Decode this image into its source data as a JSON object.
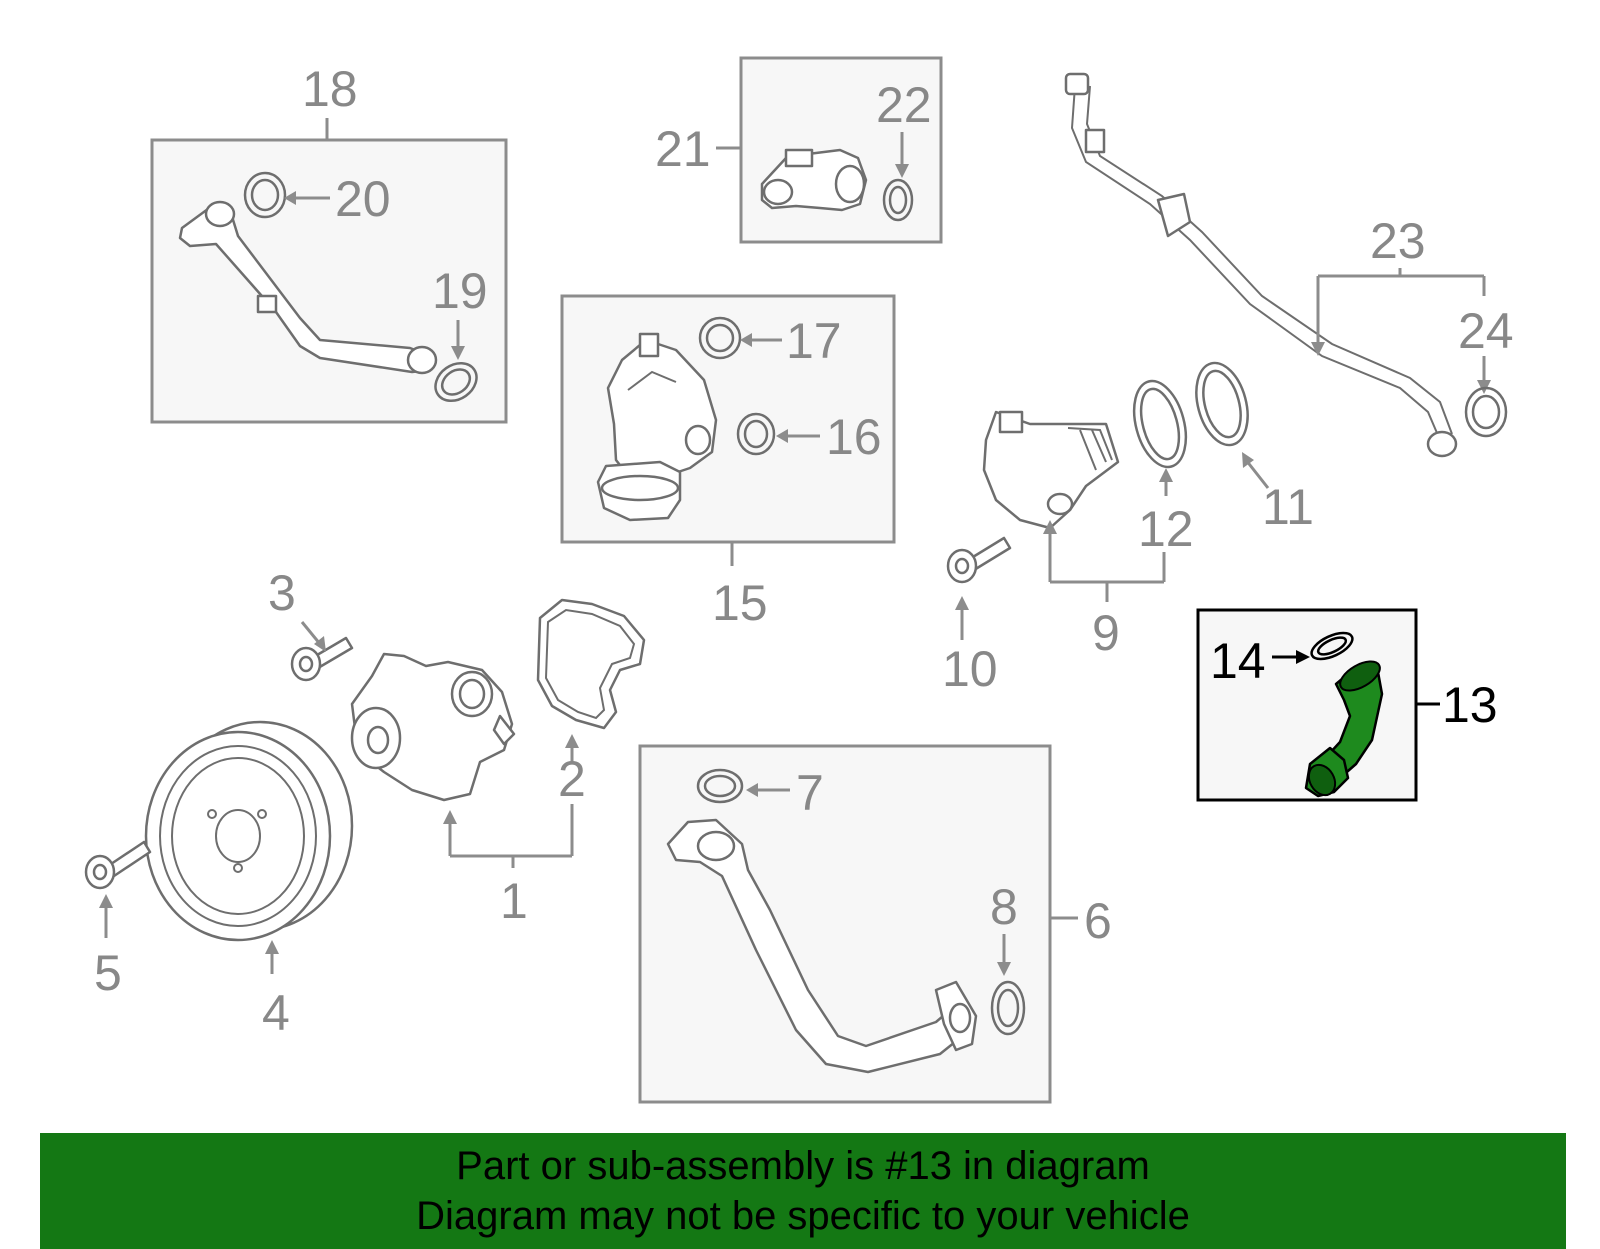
{
  "labels": {
    "l1": "1",
    "l2": "2",
    "l3": "3",
    "l4": "4",
    "l5": "5",
    "l6": "6",
    "l7": "7",
    "l8": "8",
    "l9": "9",
    "l10": "10",
    "l11": "11",
    "l12": "12",
    "l13": "13",
    "l14": "14",
    "l15": "15",
    "l16": "16",
    "l17": "17",
    "l18": "18",
    "l19": "19",
    "l20": "20",
    "l21": "21",
    "l22": "22",
    "l23": "23",
    "l24": "24"
  },
  "highlight": {
    "part_number": "13",
    "fill_color": "#1e8a1e",
    "banner_color": "#147814"
  },
  "banner": {
    "line1": "Part or sub-assembly is #13 in diagram",
    "line2": "Diagram may not be specific to your vehicle"
  }
}
